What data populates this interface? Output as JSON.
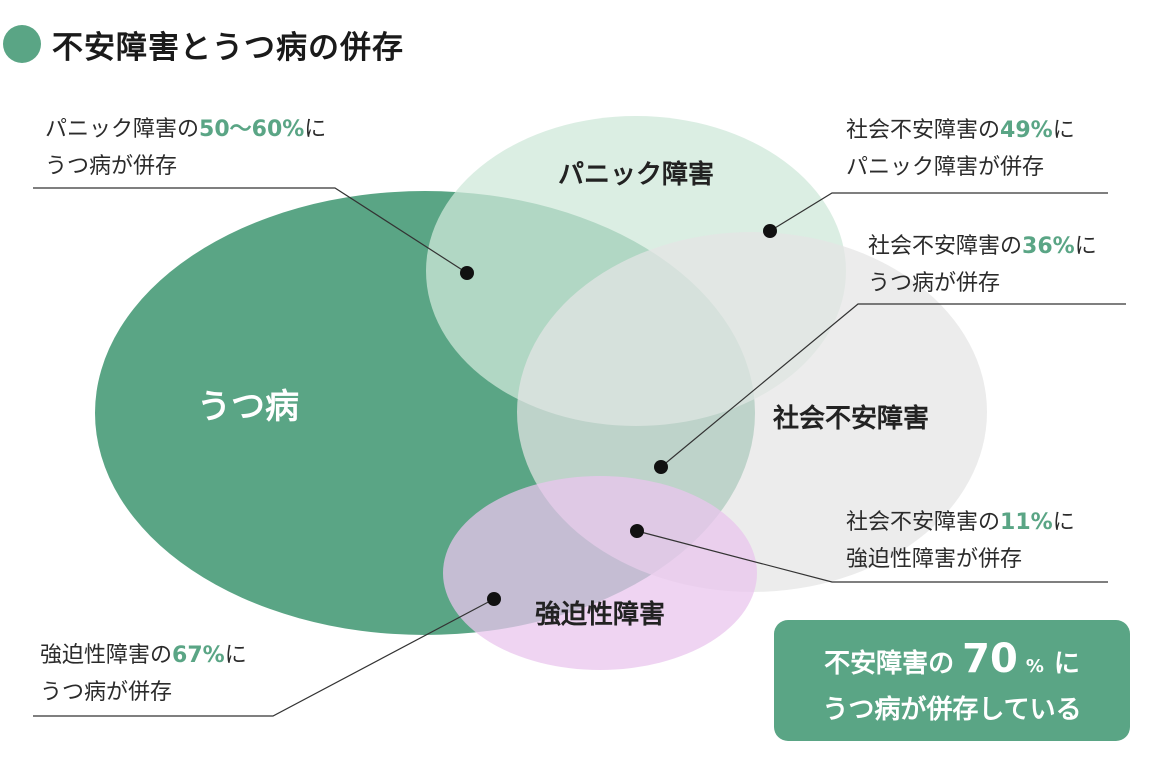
{
  "title": "不安障害とうつ病の併存",
  "circles": {
    "depression": "うつ病",
    "panic": "パニック障害",
    "social_anxiety": "社会不安障害",
    "ocd": "強迫性障害"
  },
  "notes": {
    "panic_depression": {
      "pre": "パニック障害の",
      "value": "50〜60%",
      "post": "に",
      "line2": "うつ病が併存"
    },
    "social_panic": {
      "pre": "社会不安障害の",
      "value": "49%",
      "post": "に",
      "line2": "パニック障害が併存"
    },
    "social_depression": {
      "pre": "社会不安障害の",
      "value": "36%",
      "post": "に",
      "line2": "うつ病が併存"
    },
    "social_ocd": {
      "pre": "社会不安障害の",
      "value": "11%",
      "post": "に",
      "line2": "強迫性障害が併存"
    },
    "ocd_depression": {
      "pre": "強迫性障害の",
      "value": "67%",
      "post": "に",
      "line2": "うつ病が併存"
    }
  },
  "summary": {
    "pre": "不安障害の",
    "value": "70",
    "unit": "%",
    "post": "に",
    "line2": "うつ病が併存している"
  },
  "colors": {
    "accent": "#5aa585",
    "depression_fill": "#5aa585",
    "panic_fill": "#cfe8da",
    "social_fill": "#e8e8e8",
    "ocd_fill": "#e9c6ec"
  }
}
